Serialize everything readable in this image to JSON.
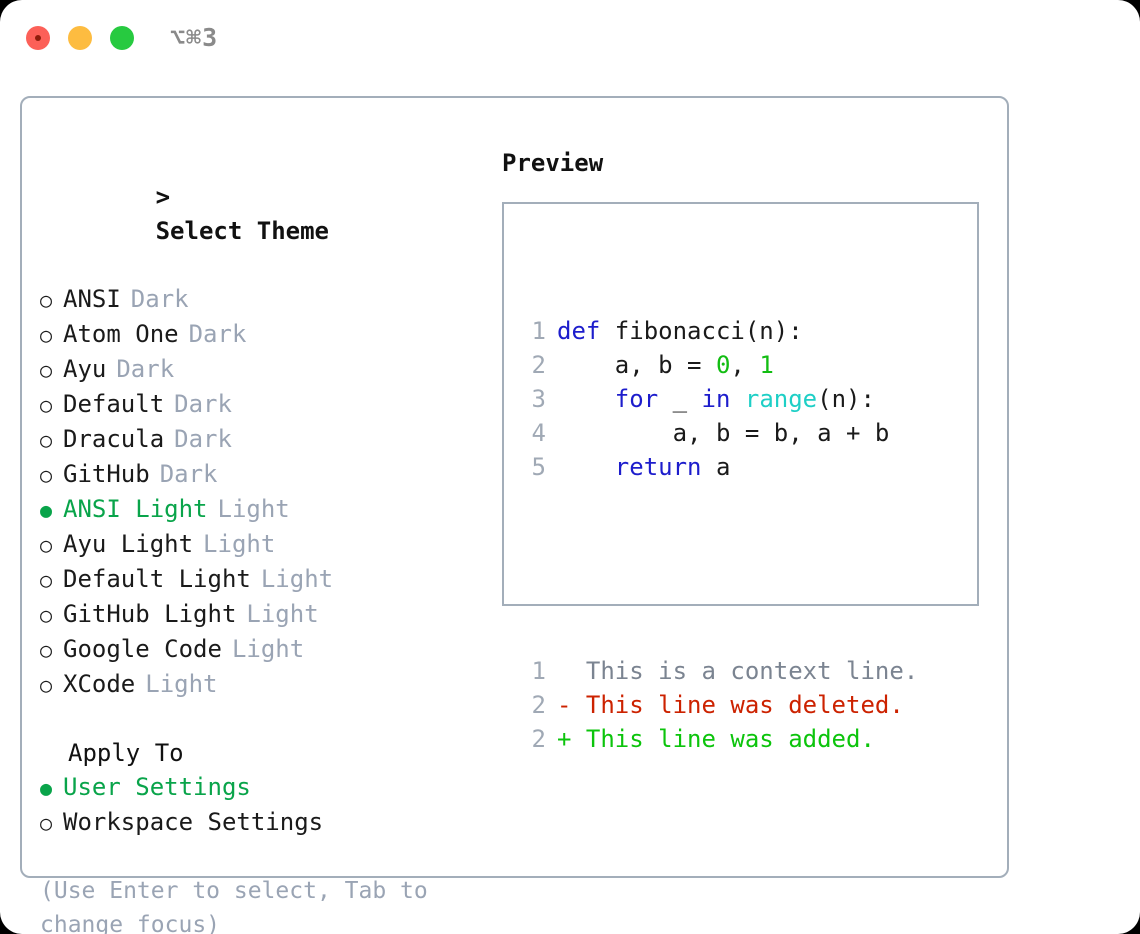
{
  "window": {
    "shortcut": "⌥⌘3",
    "traffic_lights": [
      "close",
      "minimize",
      "maximize"
    ]
  },
  "colors": {
    "panel_border": "#a3aeba",
    "selected_green": "#09a44a",
    "muted_gray": "#9aa4b4",
    "keyword_blue": "#1d1dcc",
    "function_cyan": "#1ecfc6",
    "number_green": "#12bd12",
    "diff_added": "#0cc40c",
    "diff_deleted": "#cc2200",
    "diff_context": "#7b8491",
    "line_number": "#a0a9b5"
  },
  "theme_panel": {
    "caret": ">",
    "title": "Select Theme",
    "bullet_selected": "●",
    "bullet_unselected": "○",
    "options": [
      {
        "label": "ANSI",
        "variant": "Dark",
        "selected": false
      },
      {
        "label": "Atom One",
        "variant": "Dark",
        "selected": false
      },
      {
        "label": "Ayu",
        "variant": "Dark",
        "selected": false
      },
      {
        "label": "Default",
        "variant": "Dark",
        "selected": false
      },
      {
        "label": "Dracula",
        "variant": "Dark",
        "selected": false
      },
      {
        "label": "GitHub",
        "variant": "Dark",
        "selected": false
      },
      {
        "label": "ANSI Light",
        "variant": "Light",
        "selected": true
      },
      {
        "label": "Ayu Light",
        "variant": "Light",
        "selected": false
      },
      {
        "label": "Default Light",
        "variant": "Light",
        "selected": false
      },
      {
        "label": "GitHub Light",
        "variant": "Light",
        "selected": false
      },
      {
        "label": "Google Code",
        "variant": "Light",
        "selected": false
      },
      {
        "label": "XCode",
        "variant": "Light",
        "selected": false
      }
    ]
  },
  "apply_to": {
    "title": "Apply To",
    "options": [
      {
        "label": "User Settings",
        "selected": true
      },
      {
        "label": "Workspace Settings",
        "selected": false
      }
    ]
  },
  "hint": "(Use Enter to select, Tab to change focus)",
  "preview": {
    "title": "Preview",
    "code_lines": [
      {
        "number": "1",
        "tokens": [
          {
            "text": "def ",
            "type": "kw"
          },
          {
            "text": "fibonacci(n):",
            "type": "plain"
          }
        ]
      },
      {
        "number": "2",
        "tokens": [
          {
            "text": "    a, b = ",
            "type": "plain"
          },
          {
            "text": "0",
            "type": "num"
          },
          {
            "text": ", ",
            "type": "plain"
          },
          {
            "text": "1",
            "type": "num"
          }
        ]
      },
      {
        "number": "3",
        "tokens": [
          {
            "text": "    ",
            "type": "plain"
          },
          {
            "text": "for",
            "type": "kw"
          },
          {
            "text": " _ ",
            "type": "plain"
          },
          {
            "text": "in",
            "type": "kw"
          },
          {
            "text": " ",
            "type": "plain"
          },
          {
            "text": "range",
            "type": "fn"
          },
          {
            "text": "(n):",
            "type": "plain"
          }
        ]
      },
      {
        "number": "4",
        "tokens": [
          {
            "text": "        a, b = b, a + b",
            "type": "plain"
          }
        ]
      },
      {
        "number": "5",
        "tokens": [
          {
            "text": "    ",
            "type": "plain"
          },
          {
            "text": "return",
            "type": "kw"
          },
          {
            "text": " a",
            "type": "plain"
          }
        ]
      }
    ],
    "diff_lines": [
      {
        "number": "1",
        "marker": " ",
        "text": "This is a context line.",
        "kind": "context"
      },
      {
        "number": "2",
        "marker": "-",
        "text": "This line was deleted.",
        "kind": "deleted"
      },
      {
        "number": "2",
        "marker": "+",
        "text": "This line was added.",
        "kind": "added"
      }
    ]
  }
}
